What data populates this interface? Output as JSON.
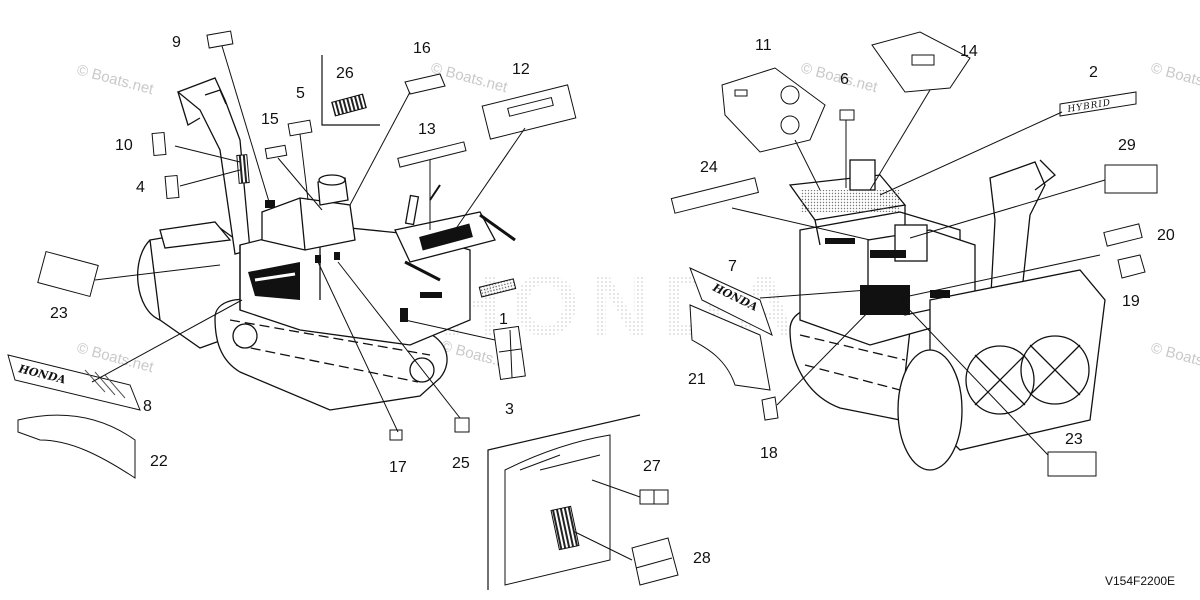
{
  "diagram": {
    "reference_code": "V154F2200E",
    "watermark": "© Boats.net",
    "brand_text": "HONDA",
    "hybrid_text": "HYBRID",
    "background_word": "HONDA",
    "callouts": {
      "c1": "1",
      "c2": "2",
      "c3": "3",
      "c4": "4",
      "c5": "5",
      "c6": "6",
      "c7": "7",
      "c8": "8",
      "c9": "9",
      "c10": "10",
      "c11": "11",
      "c12": "12",
      "c13": "13",
      "c14": "14",
      "c15": "15",
      "c16": "16",
      "c17": "17",
      "c18": "18",
      "c19": "19",
      "c20": "20",
      "c21": "21",
      "c22": "22",
      "c23a": "23",
      "c23b": "23",
      "c24": "24",
      "c25": "25",
      "c26": "26",
      "c27": "27",
      "c28": "28",
      "c29": "29"
    }
  }
}
